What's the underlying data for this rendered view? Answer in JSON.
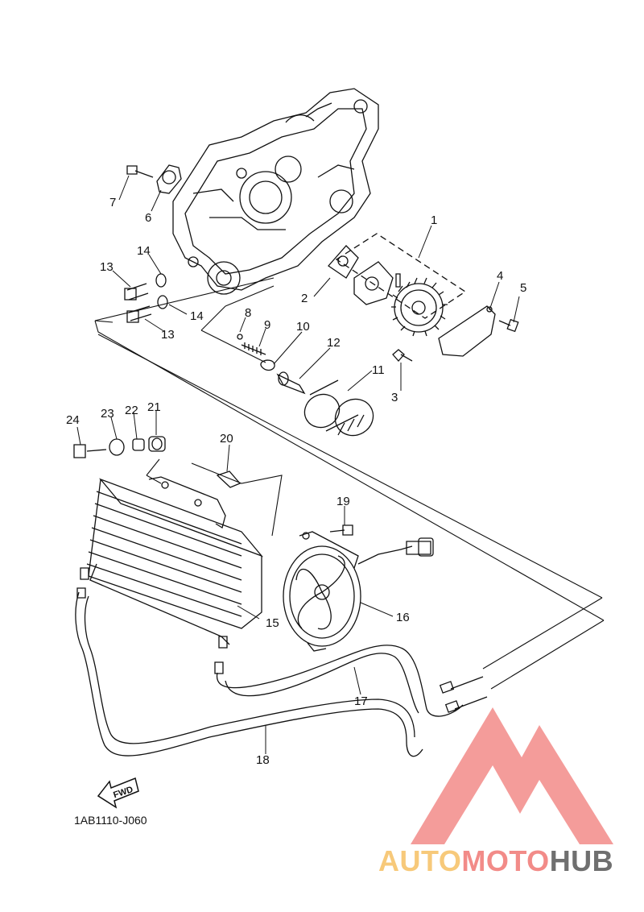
{
  "diagram": {
    "reference_code": "1AB1110-J060",
    "fwd_label": "FWD",
    "callouts": [
      "1",
      "2",
      "3",
      "4",
      "5",
      "6",
      "7",
      "8",
      "9",
      "10",
      "11",
      "12",
      "13",
      "13",
      "14",
      "14",
      "15",
      "16",
      "17",
      "18",
      "19",
      "20",
      "21",
      "22",
      "23",
      "24"
    ],
    "part_groups": [
      {
        "name": "crankcase"
      },
      {
        "name": "oil-pump-assembly"
      },
      {
        "name": "oil-cooler"
      },
      {
        "name": "cooling-fan"
      },
      {
        "name": "oil-hoses"
      }
    ]
  },
  "watermark": {
    "brand_auto": "AUTO",
    "brand_moto": "MOTO",
    "brand_hub": "HUB",
    "colors": {
      "auto": "#f7c97a",
      "moto": "#f28b88",
      "hub": "#6f6f6f",
      "triangle": "#f28b88"
    }
  }
}
